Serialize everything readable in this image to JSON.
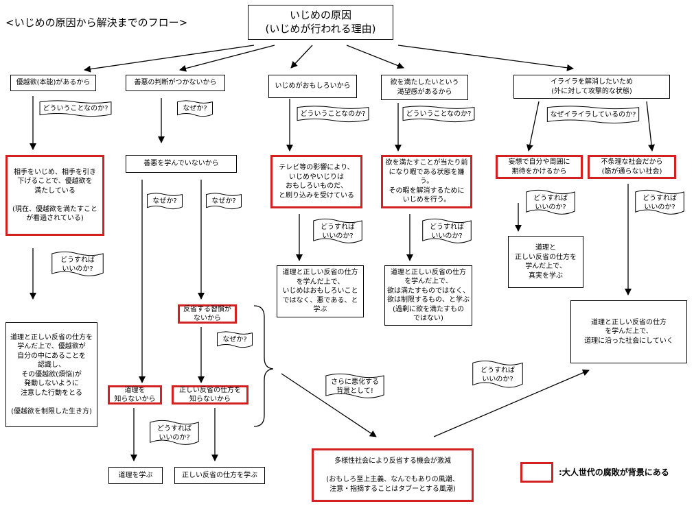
{
  "page_title": "<いじめの原因から解決までのフロー>",
  "nodes": {
    "main": "いじめの原因\n(いじめが行われる理由)",
    "c1": "優越欲(本能)があるから",
    "c2": "善悪の判断がつかないから",
    "c3": "いじめがおもしろいから",
    "c4": "欲を満たしたいという\n渇望感があるから",
    "c5": "イライラを解消したいため\n(外に対して攻撃的な状態)",
    "c1_detail": "相手をいじめ、相手を引き\n下げることで、優越欲を\n満たしている\n\n(現在、優越欲を満たすこと\nが看過されている)",
    "c1_solution": "道理と正しい反省の仕方を\n学んだ上で、優越欲が\n自分の中にあることを\n認識し、\nその優越欲(煩悩)が\n発動しないように\n注意した行動をとる\n\n(優越欲を制限した生き方)",
    "c2_sub": "善悪を学んでいないから",
    "c2_habit": "反省する習慣が\nないから",
    "c2_not_know_reason": "道理を\n知らないから",
    "c2_not_know_reflect": "正しい反省の仕方を\n知らないから",
    "c2_learn_reason": "道理を学ぶ",
    "c2_learn_reflect": "正しい反省の仕方を学ぶ",
    "c3_detail": "テレビ等の影響により、\nいじめやいじりは\nおもしろいものだ、\nと刷り込みを受けている",
    "c3_solution": "道理と正しい反省の仕方\nを学んだ上で、\nいじめはおもしろいこと\nではなく、悪である、と\n学ぶ",
    "c4_detail": "欲を満たすことが当たり前\nになり暇である状態を嫌う。\nその暇を解消するために\nいじめを行う。",
    "c4_solution": "道理と正しい反省の仕方\nを学んだ上で、\n欲は満たすものではなく、\n欲は制限するもの、と学ぶ\n(過剰に欲を満たすもの\nではない)",
    "c5_delusion": "妄想で自分や周囲に\n期待をかけるから",
    "c5_unfair": "不条理な社会だから\n(筋が通らない社会)",
    "c5_delusion_solution": "道理と\n正しい反省の仕方を\n学んだ上で、\n真実を学ぶ",
    "c5_unfair_solution": "道理と正しい反省の仕方\nを学んだ上で、\n道理に沿った社会にしていく",
    "background": "多様性社会により反省する機会が激減\n\n(おもしろ至上主義、なんでもありの風潮、\n注意・指摘することはタブーとする風潮)"
  },
  "flags": {
    "c1_why": "どういうことなのか?",
    "c1_how": "どうすれば\nいいのか?",
    "c2_why": "なぜか?",
    "c2_why_left": "なぜか?",
    "c2_why_right": "なぜか?",
    "c2_why_habit": "なぜか?",
    "c2_how": "どうすれば\nいいのか?",
    "c3_why": "どういうことなのか?",
    "c3_how": "どうすれば\nいいのか?",
    "c4_why": "どういうことなのか?",
    "c4_how": "どうすれば\nいいのか?",
    "c5_why": "なぜイライラしているのか?",
    "c5_how_left": "どうすれば\nいいのか?",
    "c5_how_right": "どうすれば\nいいのか?",
    "bg_note": "さらに悪化する\n背景として!",
    "final_how": "どうすれば\nいいのか?"
  },
  "legend": ":大人世代の腐敗が背景にある",
  "colors": {
    "highlight": "#d32020"
  }
}
